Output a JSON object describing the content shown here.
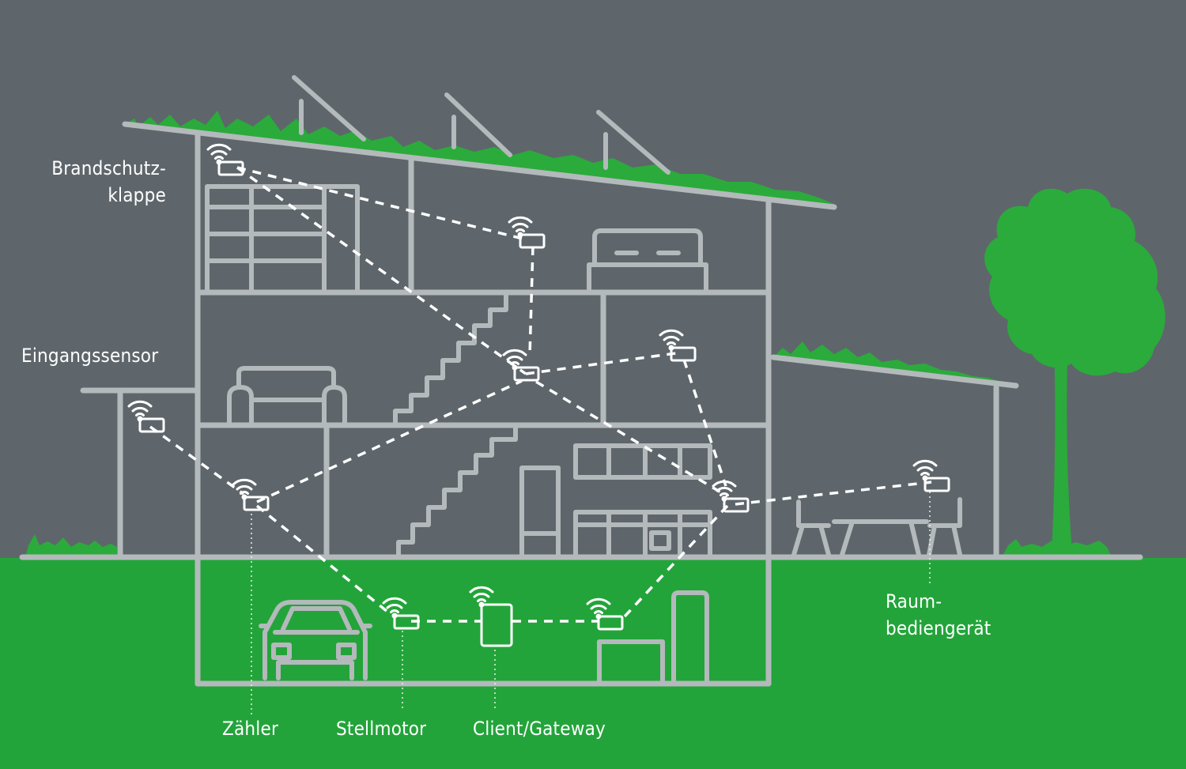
{
  "title": "Funkvernetztes Gebäude",
  "colors": {
    "background": "#5e666b",
    "ground": "#23a43a",
    "vegetation": "#2bab3b",
    "structure": "#b4b9bc",
    "devices": "#ffffff"
  },
  "labels": {
    "brandschutzklappe": [
      "Brandschutz-",
      "klappe"
    ],
    "eingangssensor": "Eingangssensor",
    "zaehler": "Zähler",
    "stellmotor": "Stellmotor",
    "gateway": "Client/Gateway",
    "raumbediengeraet": [
      "Raum-",
      "bediengerät"
    ]
  },
  "devices": [
    {
      "id": "brandschutzklappe",
      "icon": "wifi-sensor-icon"
    },
    {
      "id": "attic-node",
      "icon": "wifi-sensor-icon"
    },
    {
      "id": "stair-node",
      "icon": "wifi-sensor-icon"
    },
    {
      "id": "right-room-node",
      "icon": "wifi-sensor-icon"
    },
    {
      "id": "eingangssensor",
      "icon": "wifi-sensor-icon"
    },
    {
      "id": "zaehler",
      "icon": "wifi-sensor-icon"
    },
    {
      "id": "kitchen-node",
      "icon": "wifi-sensor-icon"
    },
    {
      "id": "raumbediengeraet",
      "icon": "wifi-sensor-icon"
    },
    {
      "id": "stellmotor",
      "icon": "wifi-sensor-icon"
    },
    {
      "id": "gateway",
      "icon": "wifi-gateway-icon"
    },
    {
      "id": "garage-node",
      "icon": "wifi-sensor-icon"
    }
  ]
}
